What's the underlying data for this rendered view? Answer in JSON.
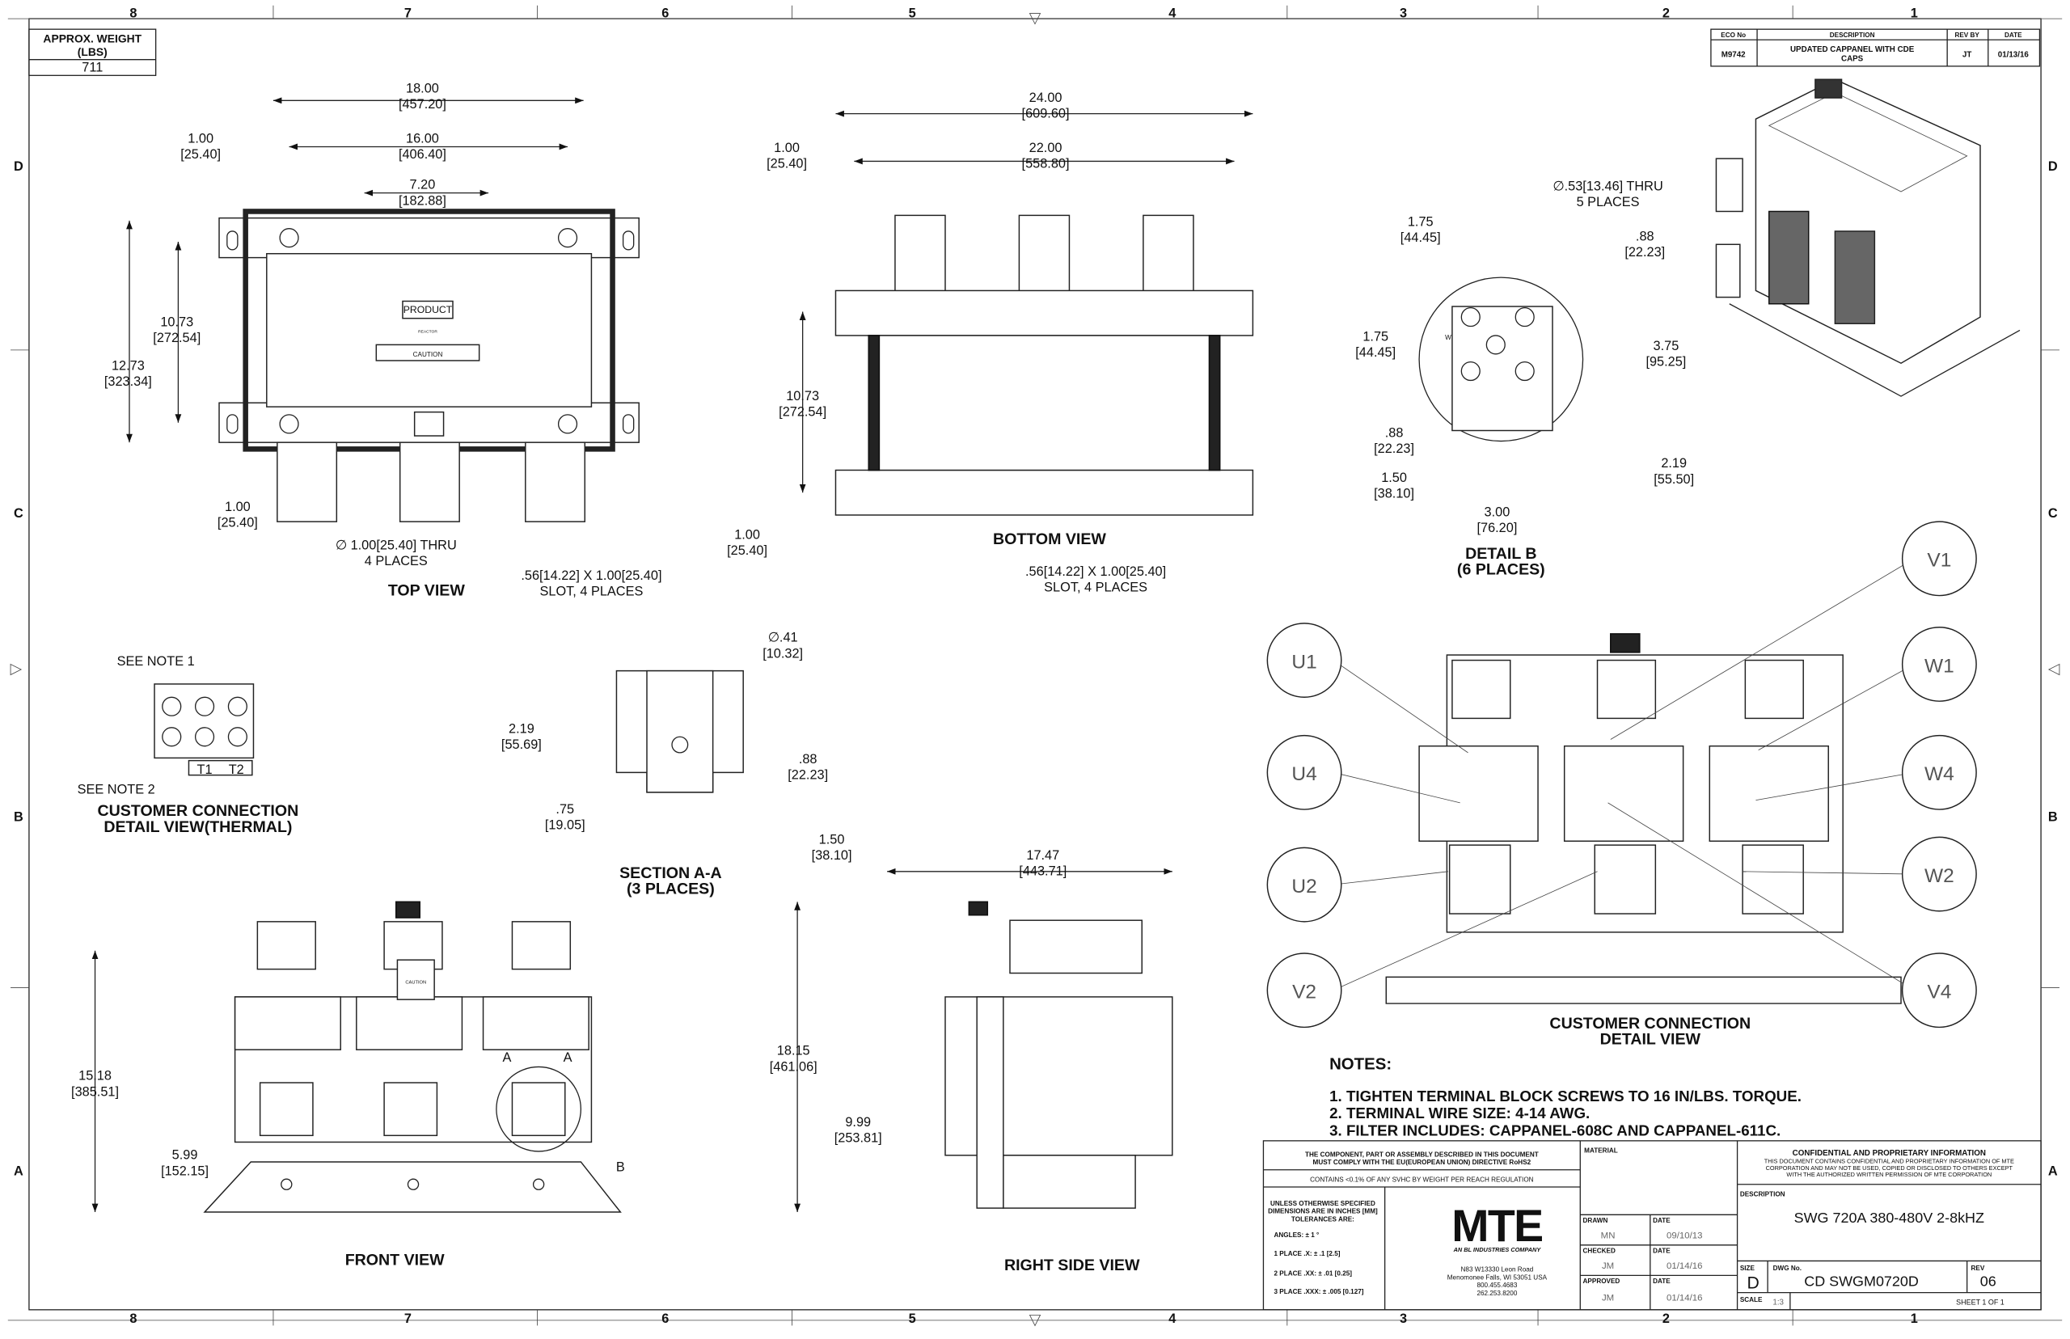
{
  "zones": {
    "columns": [
      "8",
      "7",
      "6",
      "5",
      "4",
      "3",
      "2",
      "1"
    ],
    "rows": [
      "D",
      "C",
      "B",
      "A"
    ]
  },
  "weight": {
    "label_1": "APPROX. WEIGHT",
    "label_2": "(LBS)",
    "value": "711"
  },
  "revision": {
    "headers": [
      "ECO No",
      "DESCRIPTION",
      "REV BY",
      "DATE"
    ],
    "eco": "M9742",
    "desc_1": "UPDATED CAPPANEL WITH CDE",
    "desc_2": "CAPS",
    "rev_by": "JT",
    "date": "01/13/16"
  },
  "top_view": {
    "title": "TOP VIEW",
    "product_label": "PRODUCT",
    "reactor_label": "REACTOR",
    "caution_label": "CAUTION",
    "d1": [
      "18.00",
      "[457.20]"
    ],
    "d2": [
      "16.00",
      "[406.40]"
    ],
    "d3": [
      "7.20",
      "[182.88]"
    ],
    "d4": [
      "1.00",
      "[25.40]"
    ],
    "d5": [
      "10.73",
      "[272.54]"
    ],
    "d6": [
      "12.73",
      "[323.34]"
    ],
    "d7": [
      "1.00",
      "[25.40]"
    ],
    "hole": [
      "∅ 1.00[25.40] THRU",
      "4 PLACES"
    ],
    "slot": [
      ".56[14.22] X 1.00[25.40]",
      "SLOT, 4 PLACES"
    ]
  },
  "bottom_view": {
    "title": "BOTTOM VIEW",
    "d1": [
      "24.00",
      "[609.60]"
    ],
    "d2": [
      "22.00",
      "[558.80]"
    ],
    "d3": [
      "1.00",
      "[25.40]"
    ],
    "d4": [
      "10.73",
      "[272.54]"
    ],
    "d5": [
      "1.00",
      "[25.40]"
    ],
    "slot": [
      ".56[14.22] X 1.00[25.40]",
      "SLOT, 4 PLACES"
    ]
  },
  "detail_b": {
    "title_1": "DETAIL B",
    "title_2": "(6 PLACES)",
    "hole": [
      "∅.53[13.46] THRU",
      "5 PLACES"
    ],
    "d1": [
      "1.75",
      "[44.45]"
    ],
    "d2": [
      ".88",
      "[22.23]"
    ],
    "d3": [
      "1.75",
      "[44.45]"
    ],
    "d4": [
      "3.75",
      "[95.25]"
    ],
    "d5": [
      ".88",
      "[22.23]"
    ],
    "d6": [
      "1.50",
      "[38.10]"
    ],
    "d7": [
      "2.19",
      "[55.50]"
    ],
    "d8": [
      "3.00",
      "[76.20]"
    ],
    "mark": "W"
  },
  "section_aa": {
    "title_1": "SECTION A-A",
    "title_2": "(3 PLACES)",
    "d1": [
      "∅.41",
      "[10.32]"
    ],
    "d2": [
      "2.19",
      "[55.69]"
    ],
    "d3": [
      ".88",
      "[22.23]"
    ],
    "d4": [
      ".75",
      "[19.05]"
    ],
    "d5": [
      "1.50",
      "[38.10]"
    ]
  },
  "thermal": {
    "note1": "SEE NOTE 1",
    "note2": "SEE NOTE 2",
    "t1": "T1",
    "t2": "T2",
    "title_1": "CUSTOMER CONNECTION",
    "title_2": "DETAIL VIEW(THERMAL)"
  },
  "front_view": {
    "title": "FRONT VIEW",
    "d1": [
      "15.18",
      "[385.51]"
    ],
    "d2": [
      "5.99",
      "[152.15]"
    ],
    "section_mark": "A",
    "detail_mark": "B",
    "caution_tag": "CAUTION"
  },
  "right_view": {
    "title": "RIGHT SIDE VIEW",
    "d1": [
      "17.47",
      "[443.71]"
    ],
    "d2": [
      "18.15",
      "[461.06]"
    ],
    "d3": [
      "9.99",
      "[253.81]"
    ]
  },
  "connection_view": {
    "title_1": "CUSTOMER CONNECTION",
    "title_2": "DETAIL VIEW",
    "terminals": [
      "U1",
      "U4",
      "U2",
      "V2",
      "V1",
      "W1",
      "W4",
      "W2",
      "V4"
    ]
  },
  "notes": {
    "heading": "NOTES:",
    "items": [
      "1.  TIGHTEN TERMINAL BLOCK SCREWS TO 16 IN/LBS. TORQUE.",
      "2.  TERMINAL WIRE SIZE: 4-14 AWG.",
      "3.  FILTER INCLUDES: CAPPANEL-608C AND CAPPANEL-611C."
    ]
  },
  "title_block": {
    "rohs_1": "THE COMPONENT, PART OR ASSEMBLY DESCRIBED IN THIS DOCUMENT",
    "rohs_2": "MUST COMPLY WITH THE EU(EUROPEAN UNION) DIRECTIVE RoHS2",
    "reach": "CONTAINS <0.1% OF ANY SVHC BY WEIGHT PER REACH REGULATION",
    "tol_1": "UNLESS OTHERWISE SPECIFIED",
    "tol_2": "DIMENSIONS ARE IN INCHES [MM]",
    "tol_3": "TOLERANCES ARE:",
    "angles": "ANGLES: ± 1 °",
    "place1": "1 PLACE .X: ± .1 [2.5]",
    "place2": "2 PLACE .XX: ± .01 [0.25]",
    "place3": "3 PLACE .XXX: ± .005 [0.127]",
    "logo": "MTE",
    "logo_sub": "AN BL INDUSTRIES COMPANY",
    "address": [
      "N83 W13330 Leon Road",
      "Menomonee Falls, WI 53051 USA",
      "800.455.4683",
      "262.253.8200"
    ],
    "material_label": "MATERIAL",
    "drawn_label": "DRAWN",
    "drawn": "MN",
    "drawn_date": "09/10/13",
    "checked_label": "CHECKED",
    "checked": "JM",
    "checked_date": "01/14/16",
    "approved_label": "APPROVED",
    "approved": "JM",
    "approved_date": "01/14/16",
    "date_label": "DATE",
    "conf_title": "CONFIDENTIAL AND PROPRIETARY INFORMATION",
    "conf_1": "THIS DOCUMENT CONTAINS CONFIDENTIAL AND PROPRIETARY INFORMATION OF MTE",
    "conf_2": "CORPORATION AND MAY NOT BE USED, COPIED OR DISCLOSED TO OTHERS EXCEPT",
    "conf_3": "WITH THE AUTHORIZED WRITTEN PERMISSION OF MTE CORPORATION",
    "description_label": "DESCRIPTION",
    "description": "SWG 720A 380-480V 2-8kHZ",
    "size_label": "SIZE",
    "size": "D",
    "dwg_label": "DWG No.",
    "dwg": "CD SWGM0720D",
    "rev_label": "REV",
    "rev": "06",
    "scale_label": "SCALE",
    "scale": "1:3",
    "sheet": "SHEET 1  OF 1"
  }
}
